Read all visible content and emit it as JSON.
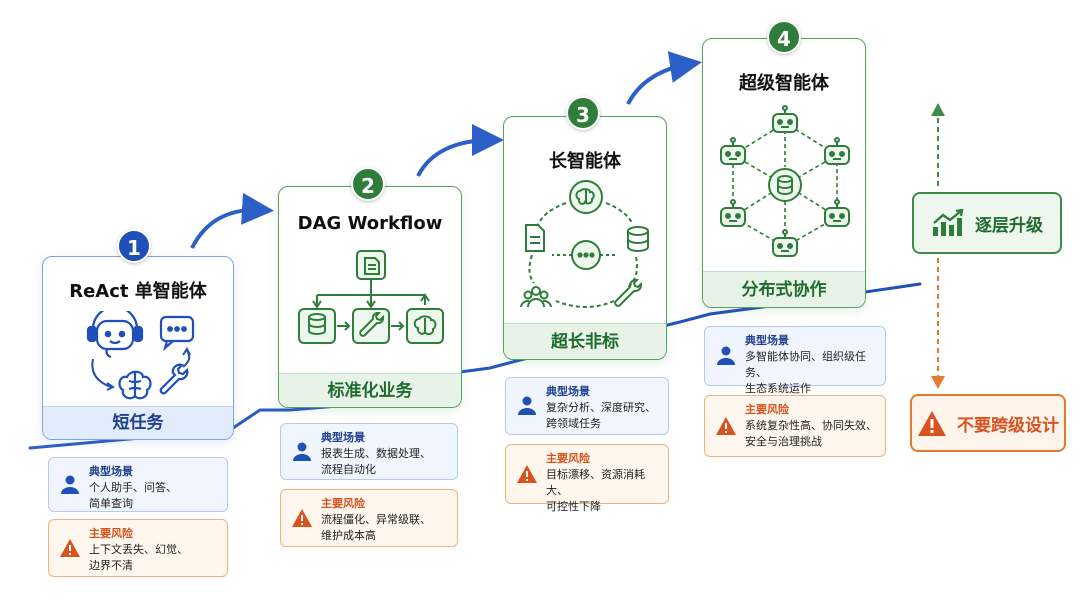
{
  "stages": [
    {
      "number": "1",
      "title": "ReAct 单智能体",
      "footer": "短任务",
      "scene_title": "典型场景",
      "scene_text": "个人助手、问答、\n简单查询",
      "risk_title": "主要风险",
      "risk_text": "上下文丢失、幻觉、\n边界不清"
    },
    {
      "number": "2",
      "title": "DAG Workflow",
      "footer": "标准化业务",
      "scene_title": "典型场景",
      "scene_text": "报表生成、数据处理、\n流程自动化",
      "risk_title": "主要风险",
      "risk_text": "流程僵化、异常级联、\n维护成本高"
    },
    {
      "number": "3",
      "title": "长智能体",
      "footer": "超长非标",
      "scene_title": "典型场景",
      "scene_text": "复杂分析、深度研究、\n跨领域任务",
      "risk_title": "主要风险",
      "risk_text": "目标漂移、资源消耗大、\n可控性下降"
    },
    {
      "number": "4",
      "title": "超级智能体",
      "footer": "分布式协作",
      "scene_title": "典型场景",
      "scene_text": "多智能体协同、组织级任务、\n生态系统运作",
      "risk_title": "主要风险",
      "risk_text": "系统复杂性高、协同失效、\n安全与治理挑战"
    }
  ],
  "side": {
    "upgrade_label": "逐层升级",
    "warning_label": "不要跨级设计"
  },
  "colors": {
    "blue": "#1f4fb8",
    "green": "#2f7d3a",
    "orange": "#e37a2e"
  }
}
